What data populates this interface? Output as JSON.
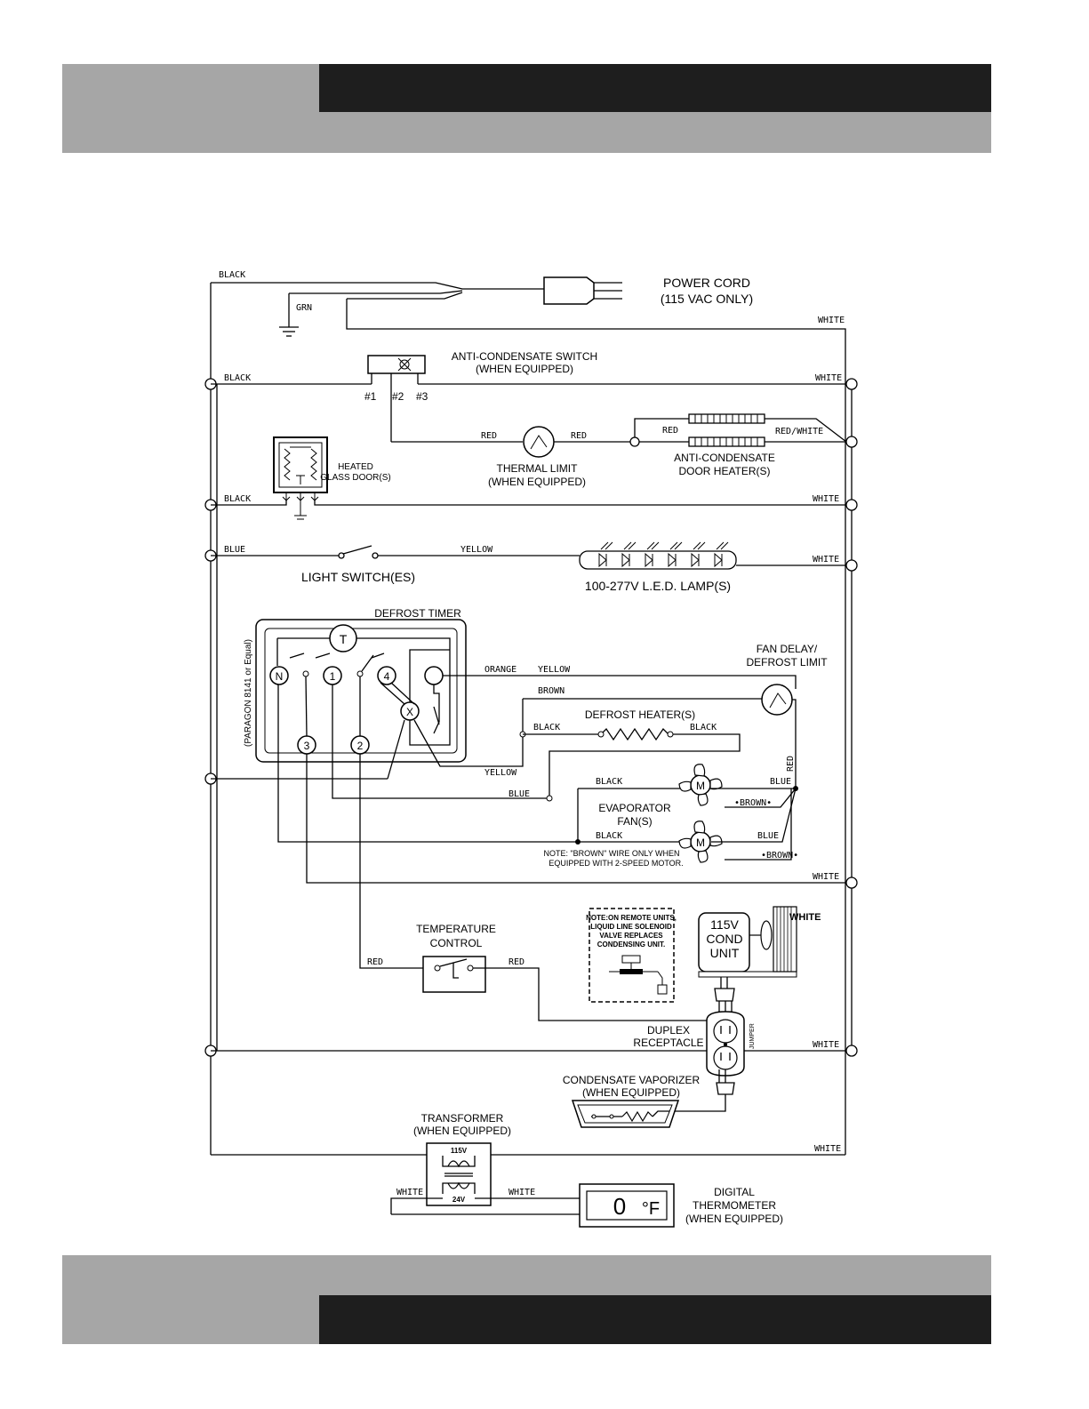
{
  "labels": {
    "power_cord": "POWER CORD",
    "power_cord_sub": "(115 VAC ONLY)",
    "anti_switch": "ANTI-CONDENSATE SWITCH",
    "when_equipped": "(WHEN EQUIPPED)",
    "term1": "#1",
    "term2": "#2",
    "term3": "#3",
    "heated_glass_1": "HEATED",
    "heated_glass_2": "GLASS DOOR(S)",
    "thermal_limit": "THERMAL LIMIT",
    "anti_heater_1": "ANTI-CONDENSATE",
    "anti_heater_2": "DOOR HEATER(S)",
    "light_switch": "LIGHT SWITCH(ES)",
    "led_lamp": "100-277V L.E.D. LAMP(S)",
    "defrost_timer": "DEFROST TIMER",
    "paragon": "(PARAGON 8141 or Equal)",
    "timer_t": "T",
    "timer_n": "N",
    "timer_1": "1",
    "timer_4": "4",
    "timer_x": "X",
    "timer_3": "3",
    "timer_2": "2",
    "fan_delay_1": "FAN DELAY/",
    "fan_delay_2": "DEFROST LIMIT",
    "defrost_heater": "DEFROST HEATER(S)",
    "evap_fan_1": "EVAPORATOR",
    "evap_fan_2": "FAN(S)",
    "motor": "M",
    "note_brown_1": "NOTE:  \"BROWN\"  WIRE ONLY WHEN",
    "note_brown_2": "EQUIPPED WITH 2-SPEED MOTOR.",
    "temp_control_1": "TEMPERATURE",
    "temp_control_2": "CONTROL",
    "remote_note_1": "NOTE:ON REMOTE UNITS,",
    "remote_note_2": "LIQUID LINE SOLENOID",
    "remote_note_3": "VALVE REPLACES",
    "remote_note_4": "CONDENSING UNIT.",
    "cond_unit_1": "115V",
    "cond_unit_2": "COND",
    "cond_unit_3": "UNIT",
    "duplex_1": "DUPLEX",
    "duplex_2": "RECEPTACLE",
    "jumper": "JUMPER",
    "vaporizer": "CONDENSATE VAPORIZER",
    "transformer": "TRANSFORMER",
    "t_115v": "115V",
    "t_24v": "24V",
    "thermometer_reading": "0",
    "thermometer_unit": "°F",
    "digital_1": "DIGITAL",
    "digital_2": "THERMOMETER"
  },
  "wires": {
    "black": "BLACK",
    "grn": "GRN",
    "white": "WHITE",
    "red": "RED",
    "red_white": "RED/WHITE",
    "blue": "BLUE",
    "yellow": "YELLOW",
    "orange": "ORANGE",
    "brown": "BROWN",
    "brown_marked": "•BROWN•"
  },
  "colors": {
    "band_gray": "#a6a6a6",
    "band_black": "#1e1e1e"
  }
}
